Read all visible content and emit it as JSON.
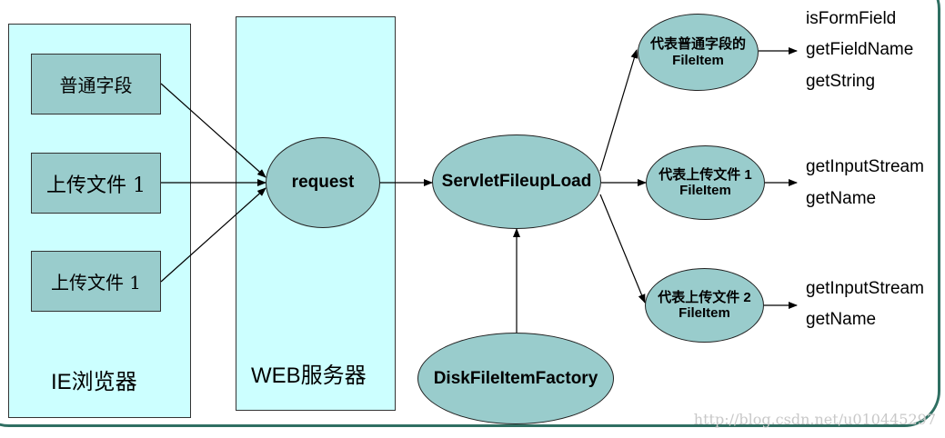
{
  "browser": {
    "caption": "IE浏览器",
    "fields": [
      "普通字段",
      "上传文件 1",
      "上传文件 1"
    ]
  },
  "server": {
    "caption": "WEB服务器",
    "request": "request"
  },
  "upload": {
    "servlet": "ServletFileupLoad",
    "factory": "DiskFileItemFactory"
  },
  "items": [
    {
      "line1": "代表普通字段的",
      "line2": "FileItem",
      "methods": [
        "isFormField",
        "getFieldName",
        "getString"
      ]
    },
    {
      "line1": "代表上传文件 1",
      "line2": "FileItem",
      "methods": [
        "getInputStream",
        "getName"
      ]
    },
    {
      "line1": "代表上传文件 2",
      "line2": "FileItem",
      "methods": [
        "getInputStream",
        "getName"
      ]
    }
  ],
  "watermark": "http://blog.csdn.net/u010445297",
  "colors": {
    "node_fill": "#99cccc",
    "panel_fill": "#ccffff",
    "border": "#2f6f62"
  }
}
